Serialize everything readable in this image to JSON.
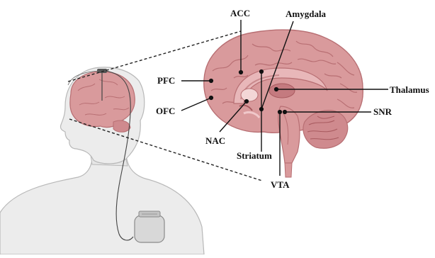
{
  "figure": {
    "labels": {
      "acc": "ACC",
      "amygdala": "Amygdala",
      "pfc": "PFC",
      "thalamus": "Thalamus",
      "ofc": "OFC",
      "snr": "SNR",
      "nac": "NAC",
      "striatum": "Striatum",
      "vta": "VTA"
    },
    "colors": {
      "brain_fill": "#d99a9c",
      "brain_stroke": "#b86f73",
      "brain_dark": "#a85a5f",
      "body_fill": "#ececec",
      "body_stroke": "#b8b8b8",
      "lead_line": "#333333",
      "device_fill": "#d8d8d8",
      "label_text": "#111111"
    },
    "icons": {
      "stimulator": "implanted-pulse-generator-icon",
      "electrode": "dbs-electrode-icon"
    }
  }
}
